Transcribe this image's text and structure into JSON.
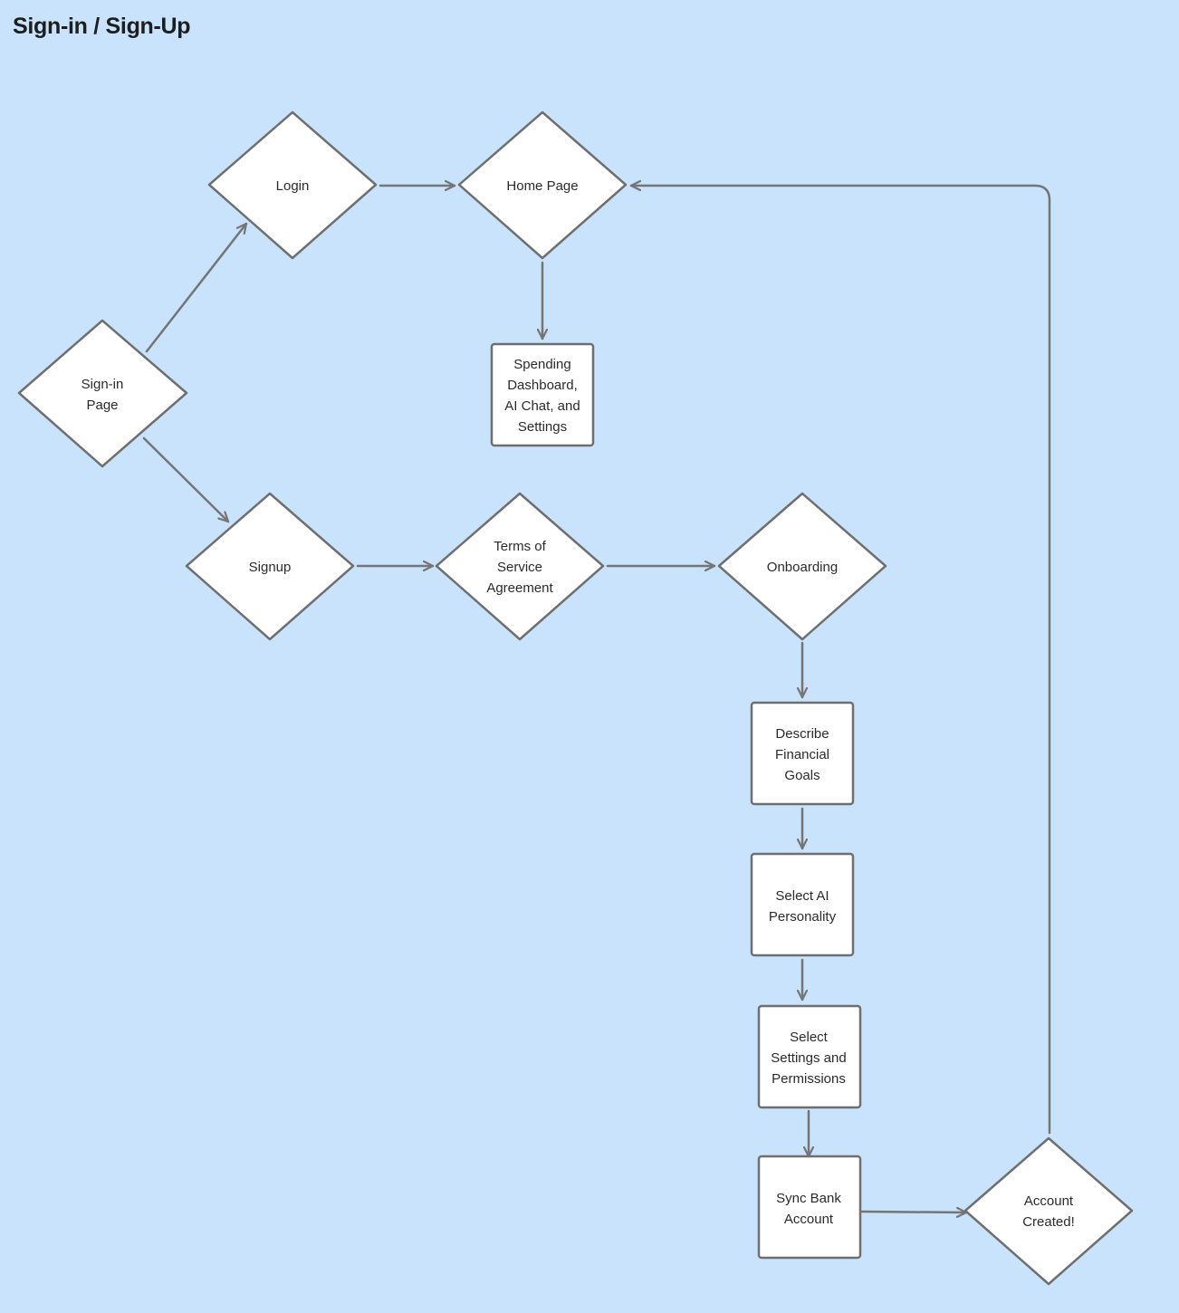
{
  "title": "Sign-in / Sign-Up",
  "nodes": {
    "signin": {
      "shape": "diamond",
      "lines": [
        "Sign-in",
        "Page"
      ]
    },
    "login": {
      "shape": "diamond",
      "lines": [
        "Login"
      ]
    },
    "home": {
      "shape": "diamond",
      "lines": [
        "Home Page"
      ]
    },
    "spending": {
      "shape": "rectangle",
      "lines": [
        "Spending",
        "Dashboard,",
        "AI Chat, and",
        "Settings"
      ]
    },
    "signup": {
      "shape": "diamond",
      "lines": [
        "Signup"
      ]
    },
    "terms": {
      "shape": "diamond",
      "lines": [
        "Terms of",
        "Service",
        "Agreement"
      ]
    },
    "onboarding": {
      "shape": "diamond",
      "lines": [
        "Onboarding"
      ]
    },
    "goals": {
      "shape": "rectangle",
      "lines": [
        "Describe",
        "Financial",
        "Goals"
      ]
    },
    "personality": {
      "shape": "rectangle",
      "lines": [
        "Select AI",
        "Personality"
      ]
    },
    "settings": {
      "shape": "rectangle",
      "lines": [
        "Select",
        "Settings and",
        "Permissions"
      ]
    },
    "sync": {
      "shape": "rectangle",
      "lines": [
        "Sync Bank",
        "Account"
      ]
    },
    "created": {
      "shape": "diamond",
      "lines": [
        "Account",
        "Created!"
      ]
    }
  },
  "edges": [
    [
      "signin",
      "login"
    ],
    [
      "signin",
      "signup"
    ],
    [
      "login",
      "home"
    ],
    [
      "home",
      "spending"
    ],
    [
      "signup",
      "terms"
    ],
    [
      "terms",
      "onboarding"
    ],
    [
      "onboarding",
      "goals"
    ],
    [
      "goals",
      "personality"
    ],
    [
      "personality",
      "settings"
    ],
    [
      "settings",
      "sync"
    ],
    [
      "sync",
      "created"
    ],
    [
      "created",
      "home"
    ]
  ]
}
